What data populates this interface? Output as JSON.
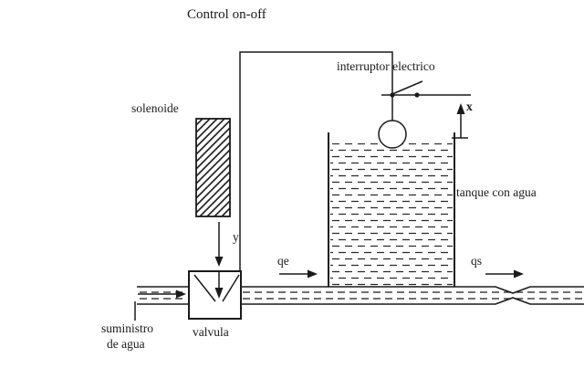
{
  "title": "Control on-off",
  "labels": {
    "interruptor": "interruptor electrico",
    "solenoide": "solenoide",
    "tanque": "tanque con agua",
    "suministro_l1": "suministro",
    "suministro_l2": "de agua",
    "valvula": "valvula",
    "flecha_y": "y",
    "flecha_qe": "qe",
    "flecha_qs": "qs",
    "flecha_x": "x"
  },
  "colors": {
    "ink": "#1a1a1a",
    "background": "#ffffff"
  }
}
